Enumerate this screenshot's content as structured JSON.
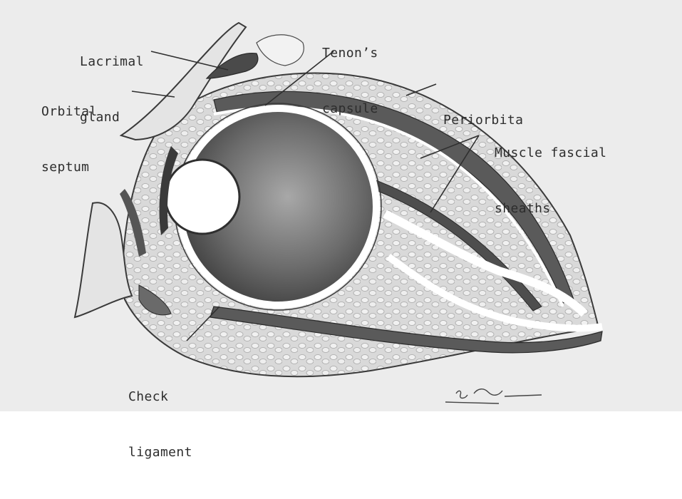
{
  "diagram": {
    "labels": {
      "lacrimal_gland": [
        "Lacrimal",
        "gland"
      ],
      "tenons_capsule": [
        "Tenon’s",
        "capsule"
      ],
      "orbital_septum": [
        "Orbital",
        "septum"
      ],
      "periorbita": [
        "Periorbita"
      ],
      "muscle_fascial_sheaths": [
        "Muscle fascial",
        "sheaths"
      ],
      "check_ligament": [
        "Check",
        "ligament"
      ]
    }
  },
  "colors": {
    "background": "#ececec",
    "outline": "#3a3a3a",
    "fat": "#d6d6d6",
    "muscle": "#5a5a5a",
    "globe": "#7a7a7a",
    "lens": "#ffffff",
    "text": "#2d2d2d"
  }
}
